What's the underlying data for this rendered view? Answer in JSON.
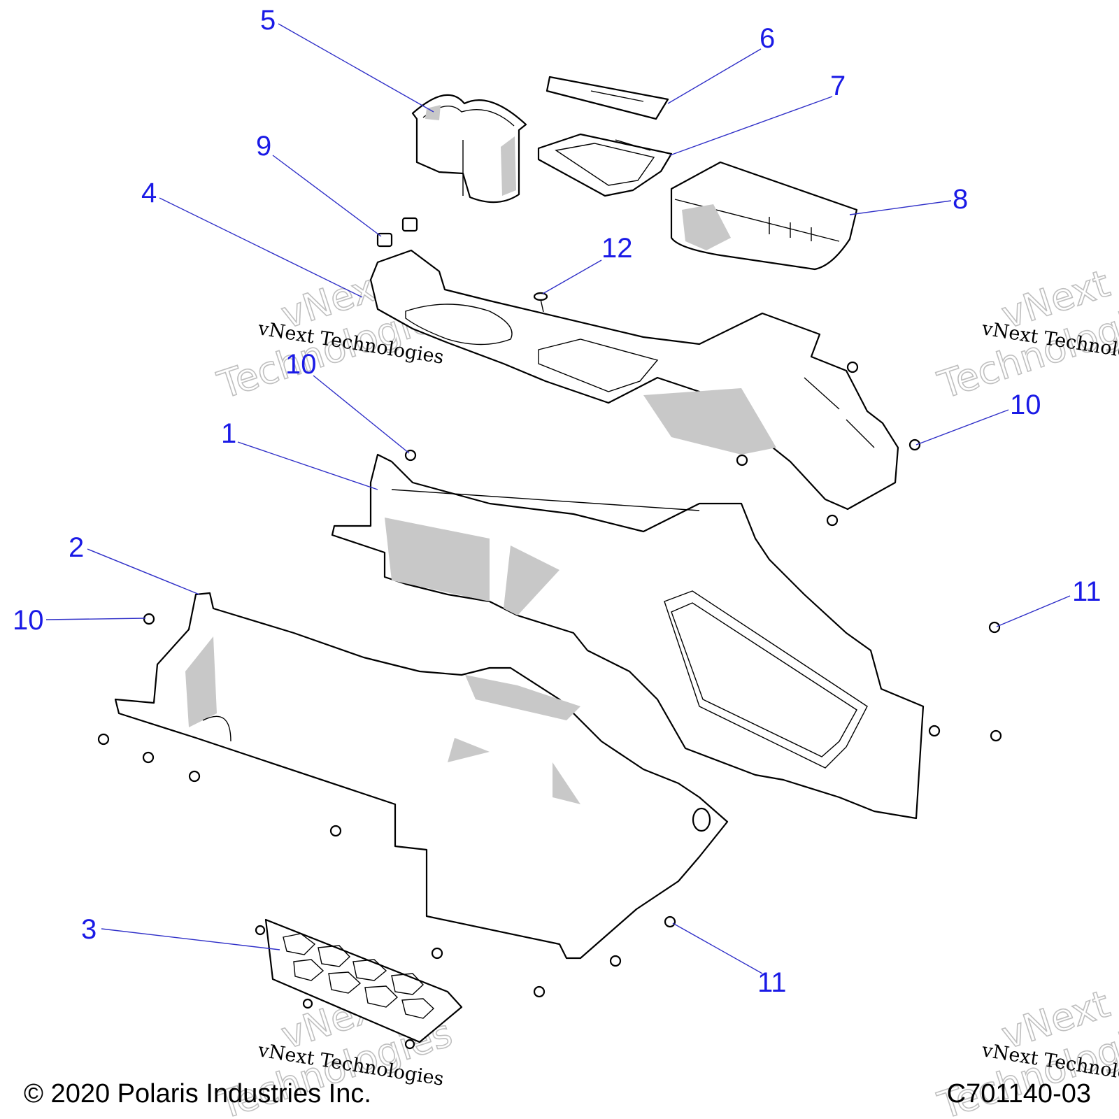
{
  "callouts": [
    {
      "label": "1"
    },
    {
      "label": "2"
    },
    {
      "label": "3"
    },
    {
      "label": "4"
    },
    {
      "label": "5"
    },
    {
      "label": "6"
    },
    {
      "label": "7"
    },
    {
      "label": "8"
    },
    {
      "label": "9"
    },
    {
      "label": "10"
    },
    {
      "label": "10"
    },
    {
      "label": "10"
    },
    {
      "label": "11"
    },
    {
      "label": "11"
    },
    {
      "label": "12"
    }
  ],
  "watermark": {
    "script_text": "vNext Technologies",
    "ghost_line1": "vNext",
    "ghost_line2": "Technologies"
  },
  "footer": {
    "copyright": "© 2020 Polaris Industries Inc.",
    "figure_id": "C701140-03"
  },
  "colors": {
    "callout": "#1a1ae6",
    "leader": "#3030c8",
    "line_art": "#000000",
    "shading": "#c8c8c8"
  }
}
